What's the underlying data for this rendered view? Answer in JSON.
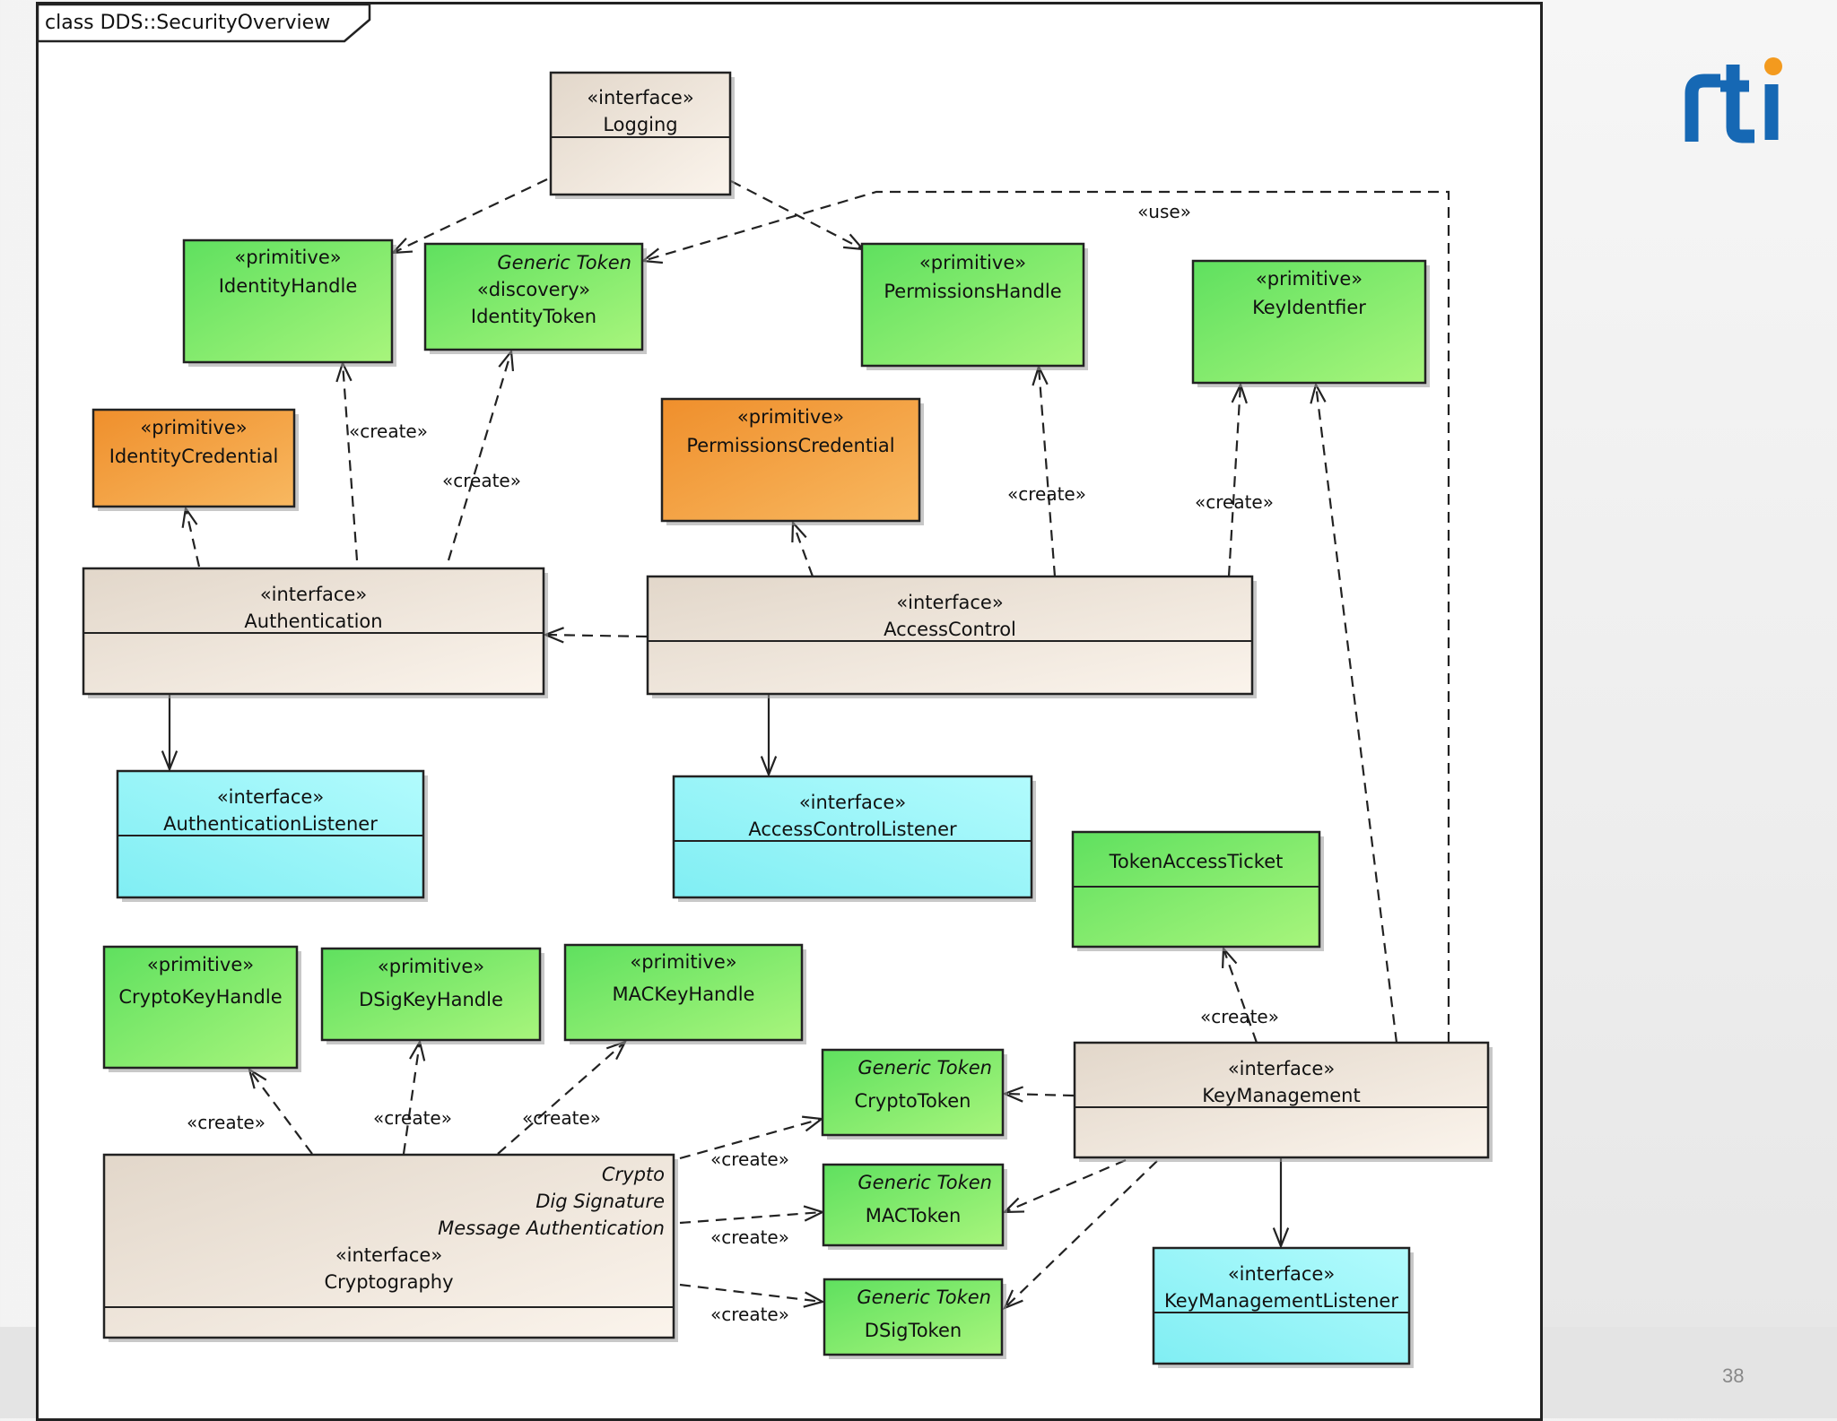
{
  "frame_label": "class DDS::SecurityOverview",
  "page_number": "38",
  "logo": {
    "text": "rti",
    "colors": {
      "letters": "#1668b4",
      "dot": "#f39a1e"
    }
  },
  "fill_colors": {
    "interface": "#f3e8da",
    "primitive_green": "#7ef07a",
    "credential_orange": "#f4a640",
    "listener_cyan": "#9ff7fb"
  },
  "classes": [
    {
      "id": "logging",
      "kind": "interface",
      "lines": [
        "«interface»",
        "Logging"
      ]
    },
    {
      "id": "identity-handle",
      "kind": "primitive_green",
      "lines": [
        "«primitive»",
        "IdentityHandle"
      ]
    },
    {
      "id": "identity-token",
      "kind": "primitive_green",
      "lines": [
        "Generic Token",
        "«discovery»",
        "IdentityToken"
      ]
    },
    {
      "id": "permissions-handle",
      "kind": "primitive_green",
      "lines": [
        "«primitive»",
        "PermissionsHandle"
      ]
    },
    {
      "id": "key-identifier",
      "kind": "primitive_green",
      "lines": [
        "«primitive»",
        "KeyIdentfier"
      ]
    },
    {
      "id": "identity-credential",
      "kind": "credential_orange",
      "lines": [
        "«primitive»",
        "IdentityCredential"
      ]
    },
    {
      "id": "permissions-credential",
      "kind": "credential_orange",
      "lines": [
        "«primitive»",
        "PermissionsCredential"
      ]
    },
    {
      "id": "authentication",
      "kind": "interface",
      "lines": [
        "«interface»",
        "Authentication"
      ]
    },
    {
      "id": "access-control",
      "kind": "interface",
      "lines": [
        "«interface»",
        "AccessControl"
      ]
    },
    {
      "id": "authentication-listener",
      "kind": "listener_cyan",
      "lines": [
        "«interface»",
        "AuthenticationListener"
      ]
    },
    {
      "id": "access-control-listener",
      "kind": "listener_cyan",
      "lines": [
        "«interface»",
        "AccessControlListener"
      ]
    },
    {
      "id": "token-access-ticket",
      "kind": "primitive_green",
      "lines": [
        "TokenAccessTicket"
      ]
    },
    {
      "id": "crypto-key-handle",
      "kind": "primitive_green",
      "lines": [
        "«primitive»",
        "CryptoKeyHandle"
      ]
    },
    {
      "id": "dsig-key-handle",
      "kind": "primitive_green",
      "lines": [
        "«primitive»",
        "DSigKeyHandle"
      ]
    },
    {
      "id": "mac-key-handle",
      "kind": "primitive_green",
      "lines": [
        "«primitive»",
        "MACKeyHandle"
      ]
    },
    {
      "id": "crypto-token",
      "kind": "primitive_green",
      "lines": [
        "Generic Token",
        "CryptoToken"
      ]
    },
    {
      "id": "mac-token",
      "kind": "primitive_green",
      "lines": [
        "Generic Token",
        "MACToken"
      ]
    },
    {
      "id": "dsig-token",
      "kind": "primitive_green",
      "lines": [
        "Generic Token",
        "DSigToken"
      ]
    },
    {
      "id": "key-management",
      "kind": "interface",
      "lines": [
        "«interface»",
        "KeyManagement"
      ]
    },
    {
      "id": "key-management-listener",
      "kind": "listener_cyan",
      "lines": [
        "«interface»",
        "KeyManagementListener"
      ]
    },
    {
      "id": "cryptography",
      "kind": "interface",
      "lines": [
        "Crypto",
        "Dig Signature",
        "Message Authentication",
        "«interface»",
        "Cryptography"
      ]
    }
  ],
  "relations": [
    {
      "from": "logging",
      "to": "identity-handle",
      "type": "dependency",
      "label": ""
    },
    {
      "from": "logging",
      "to": "permissions-handle",
      "type": "dependency",
      "label": ""
    },
    {
      "from": "key-management",
      "to": "identity-token",
      "type": "dependency",
      "label": "«use»"
    },
    {
      "from": "authentication",
      "to": "identity-handle",
      "type": "dependency",
      "label": "«create»"
    },
    {
      "from": "authentication",
      "to": "identity-token",
      "type": "dependency",
      "label": "«create»"
    },
    {
      "from": "authentication",
      "to": "identity-credential",
      "type": "dependency",
      "label": ""
    },
    {
      "from": "access-control",
      "to": "permissions-credential",
      "type": "dependency",
      "label": ""
    },
    {
      "from": "access-control",
      "to": "permissions-handle",
      "type": "dependency",
      "label": "«create»"
    },
    {
      "from": "access-control",
      "to": "key-identifier",
      "type": "dependency",
      "label": "«create»"
    },
    {
      "from": "key-management",
      "to": "key-identifier",
      "type": "dependency",
      "label": ""
    },
    {
      "from": "access-control",
      "to": "authentication",
      "type": "dependency",
      "label": ""
    },
    {
      "from": "authentication",
      "to": "authentication-listener",
      "type": "association",
      "label": ""
    },
    {
      "from": "access-control",
      "to": "access-control-listener",
      "type": "association",
      "label": ""
    },
    {
      "from": "key-management",
      "to": "token-access-ticket",
      "type": "dependency",
      "label": "«create»"
    },
    {
      "from": "key-management",
      "to": "crypto-token",
      "type": "dependency",
      "label": ""
    },
    {
      "from": "key-management",
      "to": "mac-token",
      "type": "dependency",
      "label": ""
    },
    {
      "from": "key-management",
      "to": "dsig-token",
      "type": "dependency",
      "label": ""
    },
    {
      "from": "key-management",
      "to": "key-management-listener",
      "type": "association",
      "label": ""
    },
    {
      "from": "cryptography",
      "to": "crypto-key-handle",
      "type": "dependency",
      "label": "«create»"
    },
    {
      "from": "cryptography",
      "to": "dsig-key-handle",
      "type": "dependency",
      "label": "«create»"
    },
    {
      "from": "cryptography",
      "to": "mac-key-handle",
      "type": "dependency",
      "label": "«create»"
    },
    {
      "from": "cryptography",
      "to": "crypto-token",
      "type": "dependency",
      "label": "«create»"
    },
    {
      "from": "cryptography",
      "to": "mac-token",
      "type": "dependency",
      "label": "«create»"
    },
    {
      "from": "cryptography",
      "to": "dsig-token",
      "type": "dependency",
      "label": "«create»"
    }
  ]
}
